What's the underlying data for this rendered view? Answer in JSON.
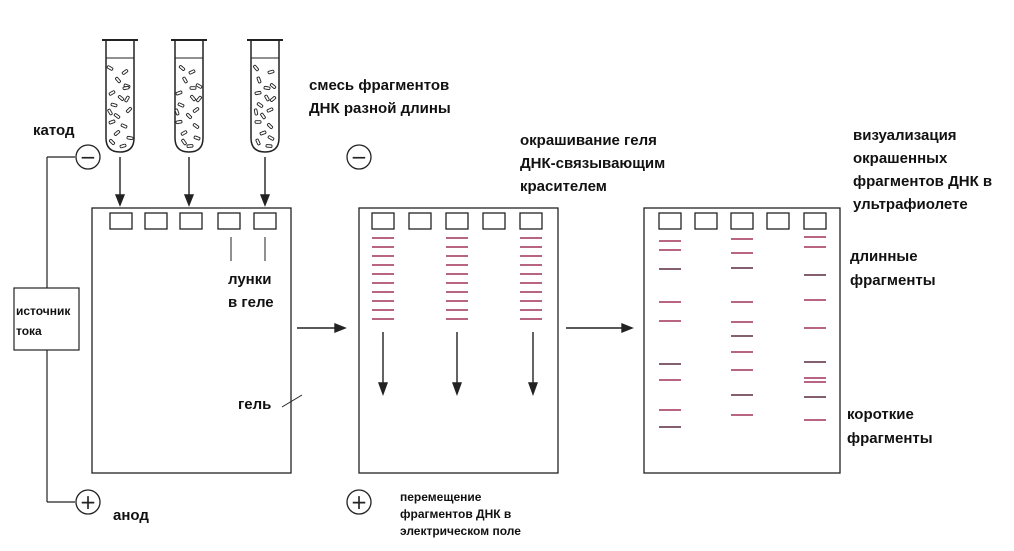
{
  "labels": {
    "cathode": "катод",
    "anode": "анод",
    "power_source_line1": "источник",
    "power_source_line2": "тока",
    "mixture_line1": "смесь фрагментов",
    "mixture_line2": "ДНК разной длины",
    "wells_line1": "лунки",
    "wells_line2": "в геле",
    "gel": "гель",
    "staining_line1": "окрашивание геля",
    "staining_line2": "ДНК-связывающим",
    "staining_line3": "красителем",
    "movement_line1": "перемещение",
    "movement_line2": "фрагментов ДНК в",
    "movement_line3": "электрическом поле",
    "uv_line1": "визуализация",
    "uv_line2": "окрашенных",
    "uv_line3": "фрагментов ДНК в",
    "uv_line4": "ультрафиолете",
    "long_line1": "длинные",
    "long_line2": "фрагменты",
    "short_line1": "короткие",
    "short_line2": "фрагменты"
  },
  "symbols": {
    "minus": "−",
    "plus": "+"
  },
  "colors": {
    "band": "#a0305a",
    "band_dark": "#5a2a40",
    "stroke": "#222222"
  }
}
